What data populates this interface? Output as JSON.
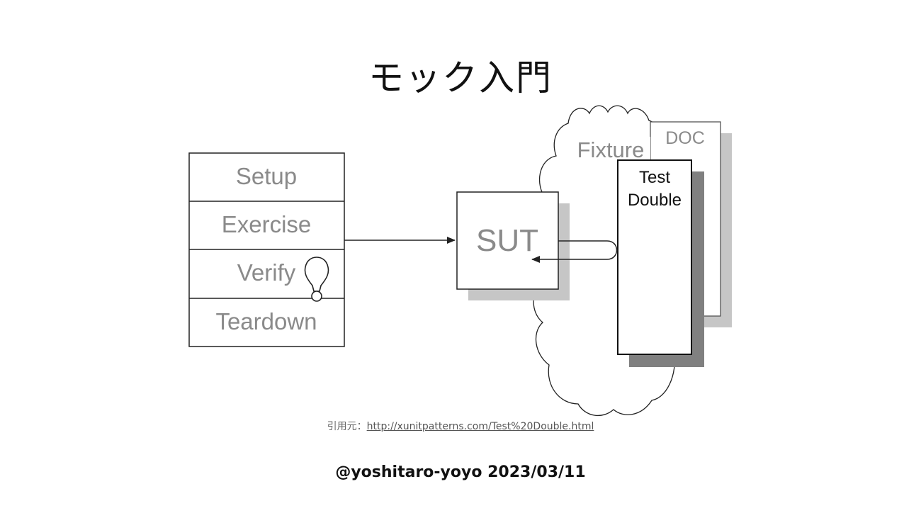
{
  "slide": {
    "title": "モック入門",
    "citation_prefix": "引用元：",
    "citation_url": "http://xunitpatterns.com/Test%20Double.html",
    "footer": "@yoshitaro-yoyo 2023/03/11"
  },
  "diagram": {
    "phases": [
      "Setup",
      "Exercise",
      "Verify",
      "Teardown"
    ],
    "sut_label": "SUT",
    "fixture_label": "Fixture",
    "doc_label": "DOC",
    "test_double_line1": "Test",
    "test_double_line2": "Double"
  },
  "colors": {
    "text_gray": "#8a8a8a",
    "line": "#222222",
    "shadow_light": "#c6c6c6",
    "shadow_dark": "#808080"
  }
}
